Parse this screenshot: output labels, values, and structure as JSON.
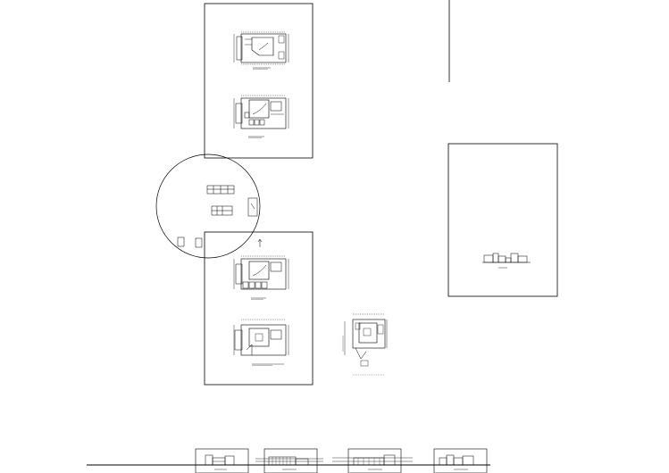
{
  "drawing": {
    "background": "#ffffff",
    "line_color": "#000000",
    "sheets": [
      {
        "id": "sheet-a",
        "plans": [
          "floor-plan-1",
          "floor-plan-2"
        ]
      },
      {
        "id": "sheet-b",
        "plans": [
          "floor-plan-3",
          "floor-plan-4"
        ]
      },
      {
        "id": "sheet-c",
        "plans": [
          "elevation-small"
        ]
      }
    ],
    "bottom_strip": [
      "elevation-1",
      "elevation-2",
      "elevation-3",
      "elevation-4"
    ],
    "has_circle_detail": true,
    "has_loose_plan": true
  }
}
